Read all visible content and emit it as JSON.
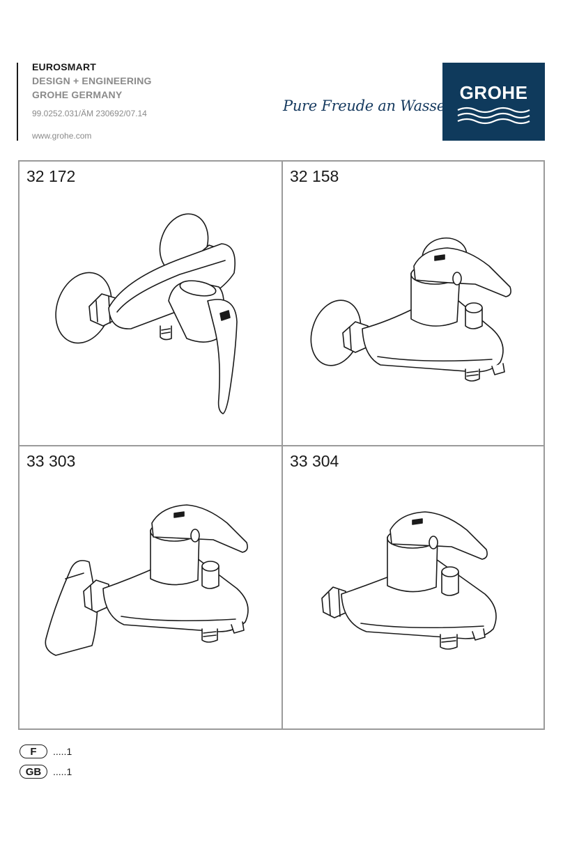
{
  "header": {
    "product": "EUROSMART",
    "line2": "DESIGN + ENGINEERING",
    "line3": "GROHE GERMANY",
    "doc_code": "99.0252.031/ÄM 230692/07.14",
    "website": "www.grohe.com"
  },
  "brand": {
    "tagline": "Pure Freude an Wasser",
    "logo_text": "GROHE",
    "logo_color": "#0f3a5c"
  },
  "models": [
    {
      "number": "32 172",
      "drawing": "wall-shower-mixer-icon"
    },
    {
      "number": "32 158",
      "drawing": "wall-bath-mixer-icon"
    },
    {
      "number": "33 303",
      "drawing": "bath-mixer-with-hand-shower-holder-icon"
    },
    {
      "number": "33 304",
      "drawing": "bath-mixer-icon"
    }
  ],
  "languages": [
    {
      "code": "F",
      "pages": ".....1"
    },
    {
      "code": "GB",
      "pages": ".....1"
    }
  ]
}
